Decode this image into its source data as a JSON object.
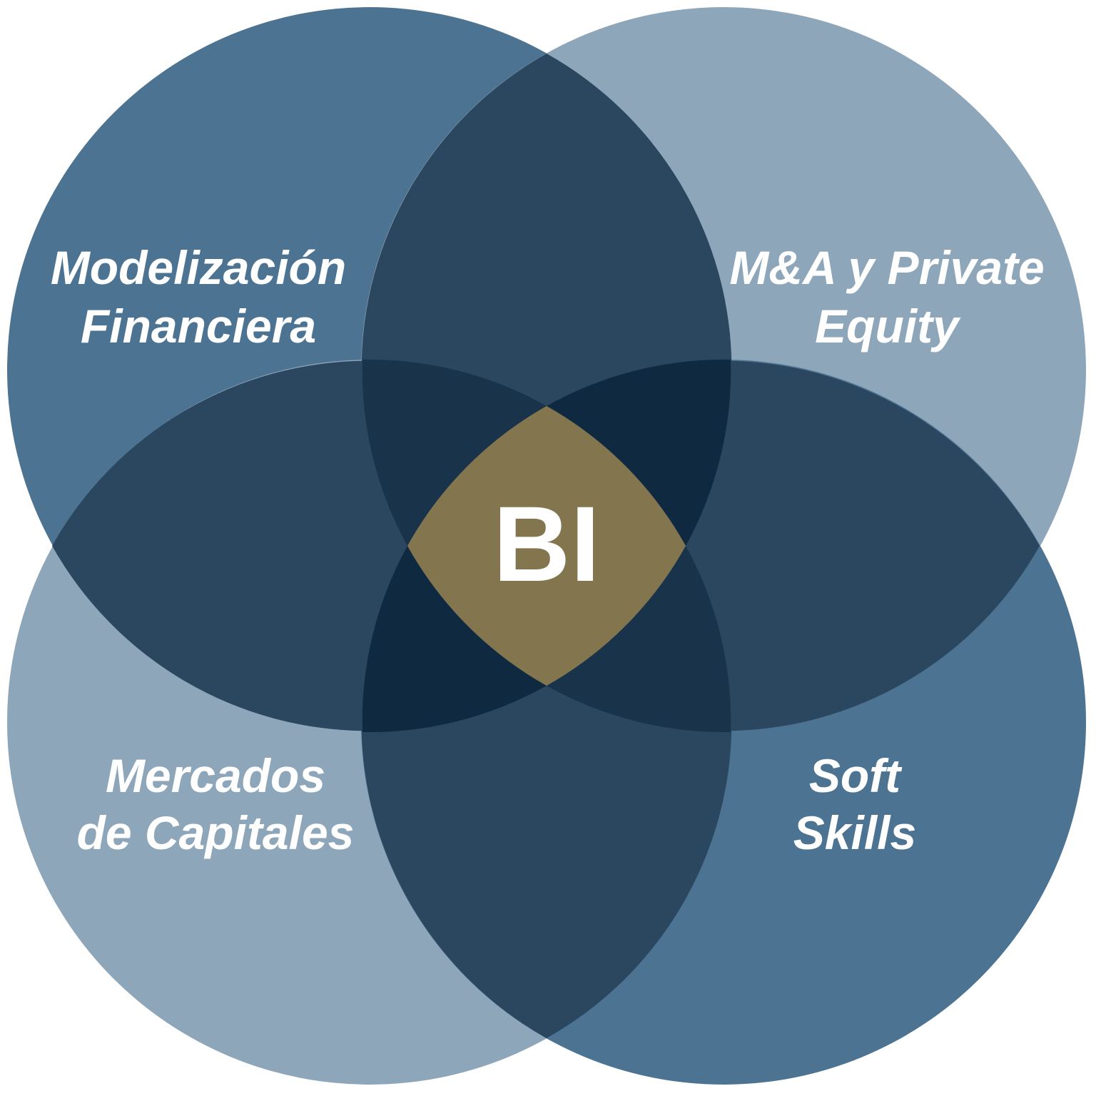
{
  "colors": {
    "circle_top_left": "#4c7392",
    "circle_top_right": "#8ea6ba",
    "circle_bottom_left": "#8ea6ba",
    "circle_bottom_right": "#4c7392",
    "overlap_pair": "#2b475f",
    "overlap_triple_dark": "#0f2940",
    "overlap_triple_mid": "#19334b",
    "center": "#83754e",
    "text": "#ffffff"
  },
  "circles": {
    "top_left": {
      "line1": "Modelización",
      "line2": "Financiera"
    },
    "top_right": {
      "line1": "M&A y Private",
      "line2": "Equity"
    },
    "bottom_left": {
      "line1": "Mercados",
      "line2": "de Capitales"
    },
    "bottom_right": {
      "line1": "Soft",
      "line2": "Skills"
    }
  },
  "center": {
    "label": "BI"
  }
}
